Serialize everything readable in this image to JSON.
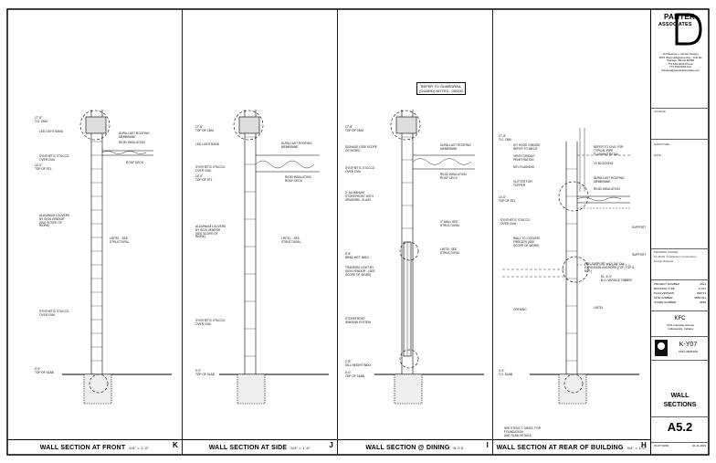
{
  "panels": [
    {
      "title": "WALL SECTION AT FRONT",
      "scale": "3/4\" = 1'-0\"",
      "key": "K",
      "notes": [
        "LED LIGHT BAND",
        "SYNTHETIC STUCCO\nOVER CMU",
        "ALUMINUM LOUVERS\nBY SIGN VENDOR\n(SEE SCOPE OF\nWORK)",
        "LINTEL - SEE\nSTRUCTURAL",
        "SYNTHETIC STUCCO\nOVER CMU",
        "DURA-LAST ROOFING\nMEMBRANE",
        "RIGID INSULATION",
        "ROOF DECK"
      ],
      "elevs": [
        "17'-8\"\nT.O. CMU",
        "14'-0\"\nTOP OF STL",
        "0'-0\"\nTOP OF SLAB"
      ]
    },
    {
      "title": "WALL SECTION AT SIDE",
      "scale": "3/4\" = 1'-0\"",
      "key": "J",
      "notes": [
        "LED LIGHT BAND",
        "SYNTHETIC STUCCO\nOVER CMU",
        "ALUMINUM LOUVERS\nBY SIGN VENDOR\n(SEE SCOPE OF\nWORK)",
        "LINTEL - SEE\nSTRUCTURAL",
        "SYNTHETIC STUCCO\nOVER CMU",
        "DURA-LAST ROOFING\nMEMBRANE",
        "RIGID INSULATION\nROOF DECK"
      ],
      "elevs": [
        "17'-8\"\nTOP OF CMU",
        "14'-0\"\nTOP OF STL",
        "0'-0\"\nTOP OF SLAB"
      ]
    },
    {
      "title": "WALL SECTION @ DINING",
      "scale": "N.T.S.",
      "key": "I",
      "ref": "REFER TO GUARDRAIL\n(GUARD) NOTES - 05/000",
      "notes": [
        "SIGNAGE (SEE SCOPE\nOF WORK)",
        "SYNTHETIC STUCCO\nOVER CMU",
        "2\" ALUMINUM\nSTOREFRONT WITH\nSPANDREL GLASS",
        "TRANSOM LIGHT BY\nSIGN VENDOR - (SEE\nSCOPE OF WORK)",
        "STOREFRONT\nWINDOW SYSTEM",
        "DURA-LAST ROOFING\nMEMBRANE",
        "RIGID INSULATION\nROOF DECK",
        "3\" WALL SEE\nSTRUCTURAL",
        "LINTEL SEE\nSTRUCTURAL"
      ],
      "elevs": [
        "17'-8\"\nTOP OF CMU",
        "9'-8\"\nHEAD HGT. WDO.",
        "2'-8\"\nSILL HEIGHT WDO.",
        "0'-0\"\nTOP OF SLAB"
      ]
    },
    {
      "title": "WALL SECTION AT REAR OF BUILDING",
      "scale": "3/4\" = 1'-0\"",
      "key": "H",
      "notes": [
        "KIT HOOD GREASE\nREFER TO MECH.",
        "VENT/CONDUIT\nPENETRATION",
        "MTL FLASHING",
        "GUTTER FOR\nTOPPER",
        "SYNTHETIC STUCCO\nOVER CMU",
        "WALL TO COOLER/\nFREEZER (SEE\nSCOPE OF WORK)",
        "OPENING",
        "SEE STRUCT. DWGS. FOR\nFOUNDATION\nAND SLAB DETAILS",
        "REFER TO CIVIL FOR\nTYPICAL PIPE\nFLASHING DETAIL",
        "2X BLOCKING",
        "DURA-LAST ROOFING\nMEMBRANE",
        "RIGID INSULATION",
        "PRE-SUPPORT w/(2) 3/4\" DIA\nEXPANSION ANCHORS (TOP, TOP &\nBOT.)",
        "LINTEL"
      ],
      "elevs": [
        "17'-8\"\nT.O. CMU",
        "14'-0\"\nTOP OF STL",
        "EL. 6'-0\"\nB.O. VEHICLE TIMBER",
        "0'-0\"\nT.O. SLAB"
      ],
      "supports": [
        "SUPPORT",
        "SUPPORT"
      ]
    }
  ],
  "titleblock": {
    "firm_line1": "PANTER",
    "firm_line2": "ASSOCIATES",
    "address": "Architecture + Interior Design\n1870 West Hollywood Ave., Unit 1E\nChicago, Illinois 60660\n773.539.0094 Phone\n773.539.0094 Fax\nPantera@panterassociates.net",
    "fields": [
      "CHARGE",
      "SIGNATURE",
      "DATE"
    ],
    "revision": [
      "DRAWING ISSUED",
      "10-18-09  Jurisdiction Construction",
      "Design Release"
    ],
    "info": [
      [
        "PROJECT NUMBER",
        "0914"
      ],
      [
        "BUILDING TYPE",
        "K-107"
      ],
      [
        "PLAN VERSION",
        "090714"
      ],
      [
        "SITE NUMBER",
        "0868-001"
      ],
      [
        "STORE NUMBER",
        "8999"
      ]
    ],
    "brand": "KFC",
    "store_address": "4731 Cascade Avenue\nIndianapolis, Indiana",
    "model": "K-Y07",
    "model_sub": "CMU VERSION",
    "sheet_title_1": "WALL",
    "sheet_title_2": "SECTIONS",
    "sheet_number": "A5.2",
    "plot_label": "PLOT DATE",
    "plot_date": "02-11-2009"
  }
}
